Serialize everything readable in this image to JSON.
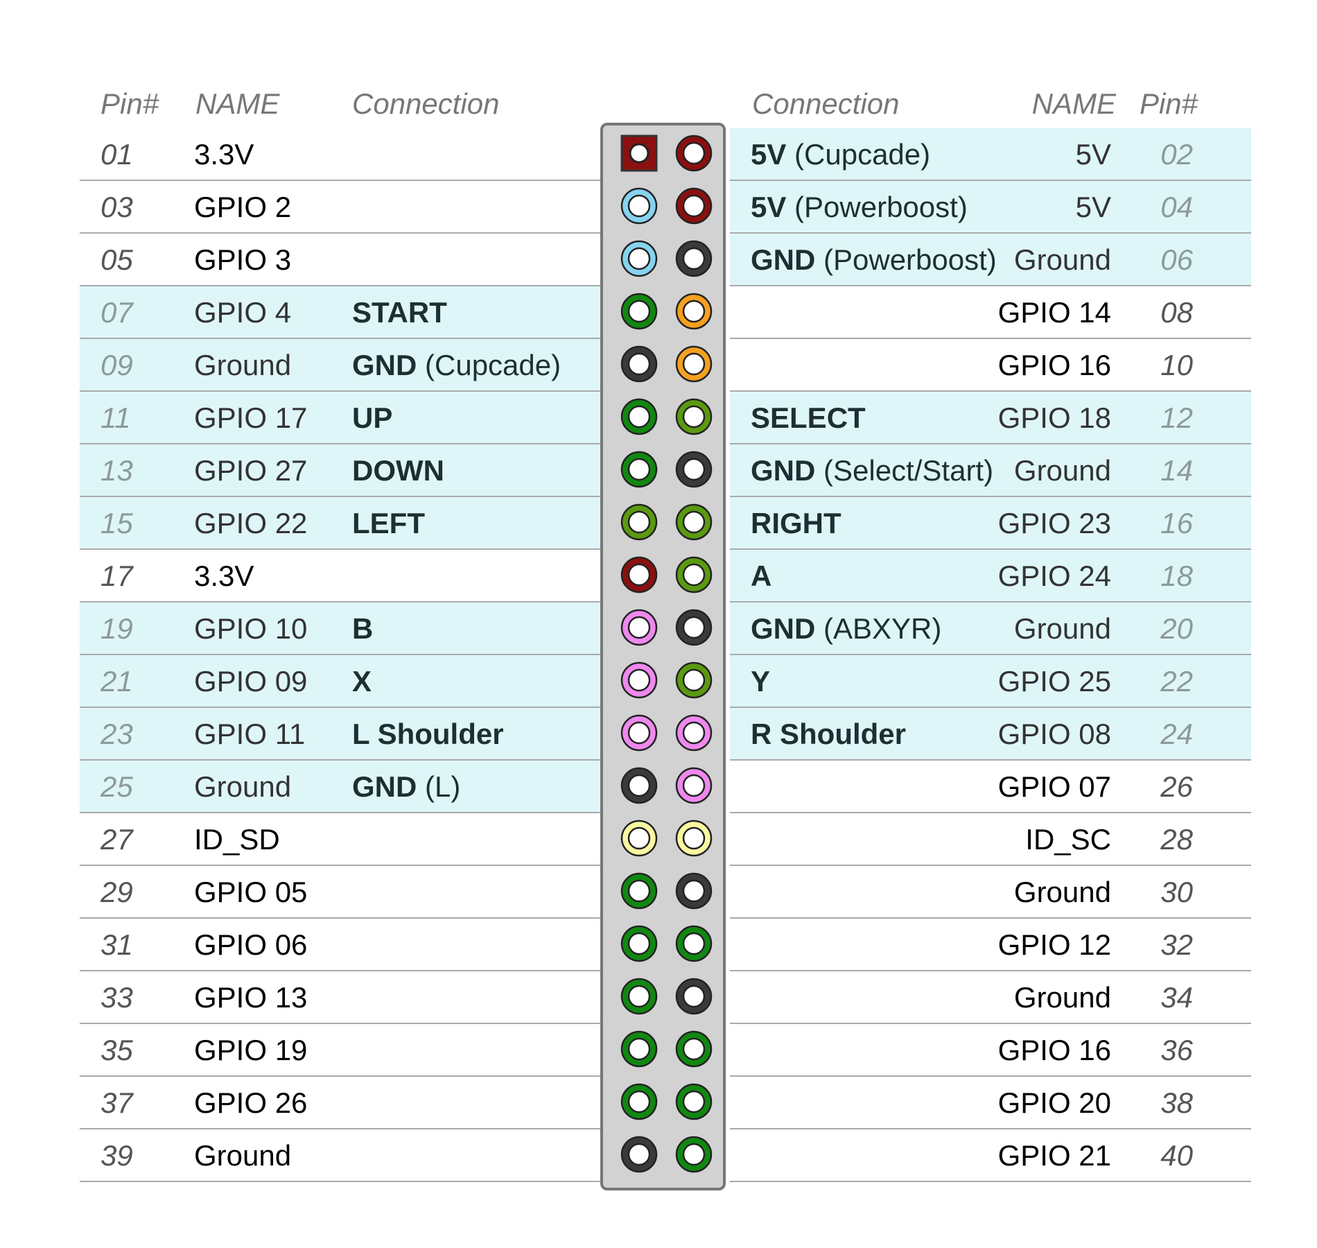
{
  "headers": {
    "left": {
      "pin": "Pin#",
      "name": "NAME",
      "connection": "Connection"
    },
    "right": {
      "connection": "Connection",
      "name": "NAME",
      "pin": "Pin#"
    }
  },
  "colors": {
    "power_3v3": "#8b1010",
    "power_5v": "#8b1010",
    "i2c": "#86d3f0",
    "ground": "#3a3a3a",
    "uart": "#f5a01f",
    "gpio": "#118811",
    "gpio_alt": "#5a9a10",
    "spi": "#ee88ee",
    "id_eeprom": "#fbf7a0",
    "row_highlight": "#dff6f8"
  },
  "left_pins": [
    {
      "pin": "01",
      "name": "3.3V",
      "conn_bold": "",
      "conn_normal": "",
      "highlight": false,
      "color": "power_3v3",
      "shape": "square"
    },
    {
      "pin": "03",
      "name": "GPIO 2",
      "conn_bold": "",
      "conn_normal": "",
      "highlight": false,
      "color": "i2c",
      "shape": "circle"
    },
    {
      "pin": "05",
      "name": "GPIO 3",
      "conn_bold": "",
      "conn_normal": "",
      "highlight": false,
      "color": "i2c",
      "shape": "circle"
    },
    {
      "pin": "07",
      "name": "GPIO 4",
      "conn_bold": "START",
      "conn_normal": "",
      "highlight": true,
      "color": "gpio",
      "shape": "circle"
    },
    {
      "pin": "09",
      "name": "Ground",
      "conn_bold": "GND",
      "conn_normal": " (Cupcade)",
      "highlight": true,
      "color": "ground",
      "shape": "circle"
    },
    {
      "pin": "11",
      "name": "GPIO 17",
      "conn_bold": "UP",
      "conn_normal": "",
      "highlight": true,
      "color": "gpio",
      "shape": "circle"
    },
    {
      "pin": "13",
      "name": "GPIO 27",
      "conn_bold": "DOWN",
      "conn_normal": "",
      "highlight": true,
      "color": "gpio",
      "shape": "circle"
    },
    {
      "pin": "15",
      "name": "GPIO 22",
      "conn_bold": "LEFT",
      "conn_normal": "",
      "highlight": true,
      "color": "gpio_alt",
      "shape": "circle"
    },
    {
      "pin": "17",
      "name": "3.3V",
      "conn_bold": "",
      "conn_normal": "",
      "highlight": false,
      "color": "power_3v3",
      "shape": "circle"
    },
    {
      "pin": "19",
      "name": "GPIO 10",
      "conn_bold": "B",
      "conn_normal": "",
      "highlight": true,
      "color": "spi",
      "shape": "circle"
    },
    {
      "pin": "21",
      "name": "GPIO 09",
      "conn_bold": "X",
      "conn_normal": "",
      "highlight": true,
      "color": "spi",
      "shape": "circle"
    },
    {
      "pin": "23",
      "name": "GPIO 11",
      "conn_bold": "L Shoulder",
      "conn_normal": "",
      "highlight": true,
      "color": "spi",
      "shape": "circle"
    },
    {
      "pin": "25",
      "name": "Ground",
      "conn_bold": "GND",
      "conn_normal": " (L)",
      "highlight": true,
      "color": "ground",
      "shape": "circle"
    },
    {
      "pin": "27",
      "name": "ID_SD",
      "conn_bold": "",
      "conn_normal": "",
      "highlight": false,
      "color": "id_eeprom",
      "shape": "circle"
    },
    {
      "pin": "29",
      "name": "GPIO 05",
      "conn_bold": "",
      "conn_normal": "",
      "highlight": false,
      "color": "gpio",
      "shape": "circle"
    },
    {
      "pin": "31",
      "name": "GPIO 06",
      "conn_bold": "",
      "conn_normal": "",
      "highlight": false,
      "color": "gpio",
      "shape": "circle"
    },
    {
      "pin": "33",
      "name": "GPIO 13",
      "conn_bold": "",
      "conn_normal": "",
      "highlight": false,
      "color": "gpio",
      "shape": "circle"
    },
    {
      "pin": "35",
      "name": "GPIO 19",
      "conn_bold": "",
      "conn_normal": "",
      "highlight": false,
      "color": "gpio",
      "shape": "circle"
    },
    {
      "pin": "37",
      "name": "GPIO 26",
      "conn_bold": "",
      "conn_normal": "",
      "highlight": false,
      "color": "gpio",
      "shape": "circle"
    },
    {
      "pin": "39",
      "name": "Ground",
      "conn_bold": "",
      "conn_normal": "",
      "highlight": false,
      "color": "ground",
      "shape": "circle"
    }
  ],
  "right_pins": [
    {
      "pin": "02",
      "name": "5V",
      "conn_bold": "5V",
      "conn_normal": " (Cupcade)",
      "highlight": true,
      "color": "power_5v",
      "shape": "circle"
    },
    {
      "pin": "04",
      "name": "5V",
      "conn_bold": "5V",
      "conn_normal": " (Powerboost)",
      "highlight": true,
      "color": "power_5v",
      "shape": "circle"
    },
    {
      "pin": "06",
      "name": "Ground",
      "conn_bold": "GND",
      "conn_normal": " (Powerboost)",
      "highlight": true,
      "color": "ground",
      "shape": "circle"
    },
    {
      "pin": "08",
      "name": "GPIO 14",
      "conn_bold": "",
      "conn_normal": "",
      "highlight": false,
      "color": "uart",
      "shape": "circle"
    },
    {
      "pin": "10",
      "name": "GPIO 16",
      "conn_bold": "",
      "conn_normal": "",
      "highlight": false,
      "color": "uart",
      "shape": "circle"
    },
    {
      "pin": "12",
      "name": "GPIO 18",
      "conn_bold": "SELECT",
      "conn_normal": "",
      "highlight": true,
      "color": "gpio_alt",
      "shape": "circle"
    },
    {
      "pin": "14",
      "name": "Ground",
      "conn_bold": "GND",
      "conn_normal": " (Select/Start)",
      "highlight": true,
      "color": "ground",
      "shape": "circle"
    },
    {
      "pin": "16",
      "name": "GPIO 23",
      "conn_bold": "RIGHT",
      "conn_normal": "",
      "highlight": true,
      "color": "gpio_alt",
      "shape": "circle"
    },
    {
      "pin": "18",
      "name": "GPIO 24",
      "conn_bold": "A",
      "conn_normal": "",
      "highlight": true,
      "color": "gpio_alt",
      "shape": "circle"
    },
    {
      "pin": "20",
      "name": "Ground",
      "conn_bold": "GND",
      "conn_normal": " (ABXYR)",
      "highlight": true,
      "color": "ground",
      "shape": "circle"
    },
    {
      "pin": "22",
      "name": "GPIO 25",
      "conn_bold": "Y",
      "conn_normal": "",
      "highlight": true,
      "color": "gpio_alt",
      "shape": "circle"
    },
    {
      "pin": "24",
      "name": "GPIO 08",
      "conn_bold": "R Shoulder",
      "conn_normal": "",
      "highlight": true,
      "color": "spi",
      "shape": "circle"
    },
    {
      "pin": "26",
      "name": "GPIO 07",
      "conn_bold": "",
      "conn_normal": "",
      "highlight": false,
      "color": "spi",
      "shape": "circle"
    },
    {
      "pin": "28",
      "name": "ID_SC",
      "conn_bold": "",
      "conn_normal": "",
      "highlight": false,
      "color": "id_eeprom",
      "shape": "circle"
    },
    {
      "pin": "30",
      "name": "Ground",
      "conn_bold": "",
      "conn_normal": "",
      "highlight": false,
      "color": "ground",
      "shape": "circle"
    },
    {
      "pin": "32",
      "name": "GPIO 12",
      "conn_bold": "",
      "conn_normal": "",
      "highlight": false,
      "color": "gpio",
      "shape": "circle"
    },
    {
      "pin": "34",
      "name": "Ground",
      "conn_bold": "",
      "conn_normal": "",
      "highlight": false,
      "color": "ground",
      "shape": "circle"
    },
    {
      "pin": "36",
      "name": "GPIO 16",
      "conn_bold": "",
      "conn_normal": "",
      "highlight": false,
      "color": "gpio",
      "shape": "circle"
    },
    {
      "pin": "38",
      "name": "GPIO 20",
      "conn_bold": "",
      "conn_normal": "",
      "highlight": false,
      "color": "gpio",
      "shape": "circle"
    },
    {
      "pin": "40",
      "name": "GPIO 21",
      "conn_bold": "",
      "conn_normal": "",
      "highlight": false,
      "color": "gpio",
      "shape": "circle"
    }
  ]
}
